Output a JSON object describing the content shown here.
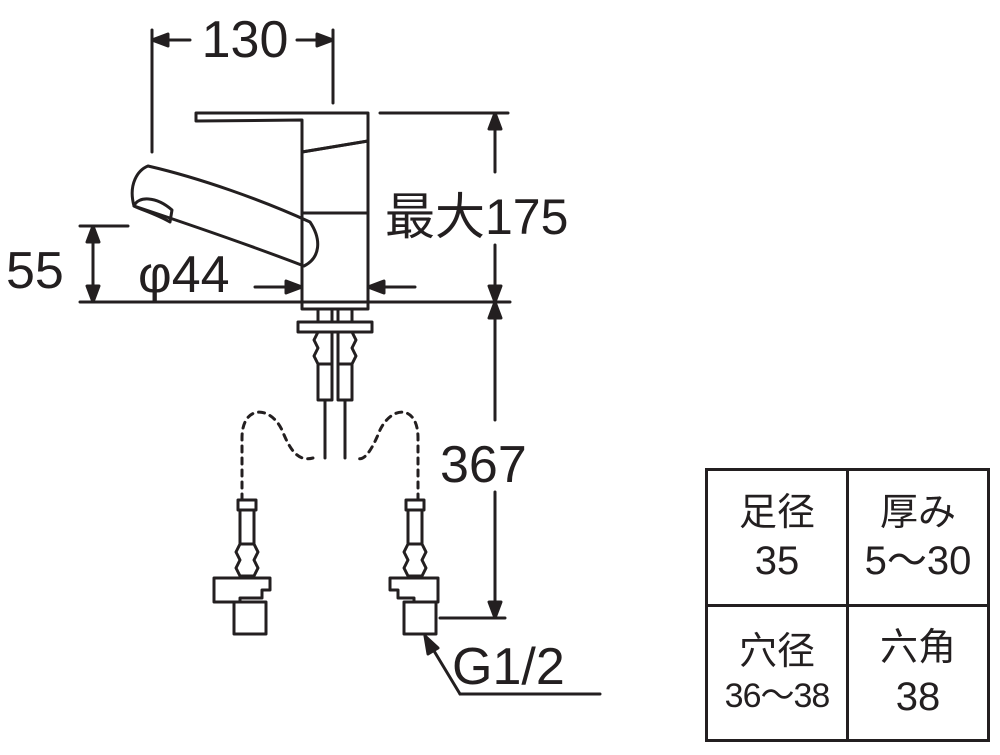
{
  "dimensions": {
    "width_top": "130",
    "max_height": "最大175",
    "spout_height": "55",
    "body_diameter": "φ44",
    "hose_length": "367",
    "thread": "G1/2"
  },
  "spec_table": [
    {
      "label": "足径",
      "value": "35"
    },
    {
      "label": "厚み",
      "value": "5〜30"
    },
    {
      "label": "穴径",
      "value": "36〜38"
    },
    {
      "label": "六角",
      "value": "38"
    }
  ]
}
